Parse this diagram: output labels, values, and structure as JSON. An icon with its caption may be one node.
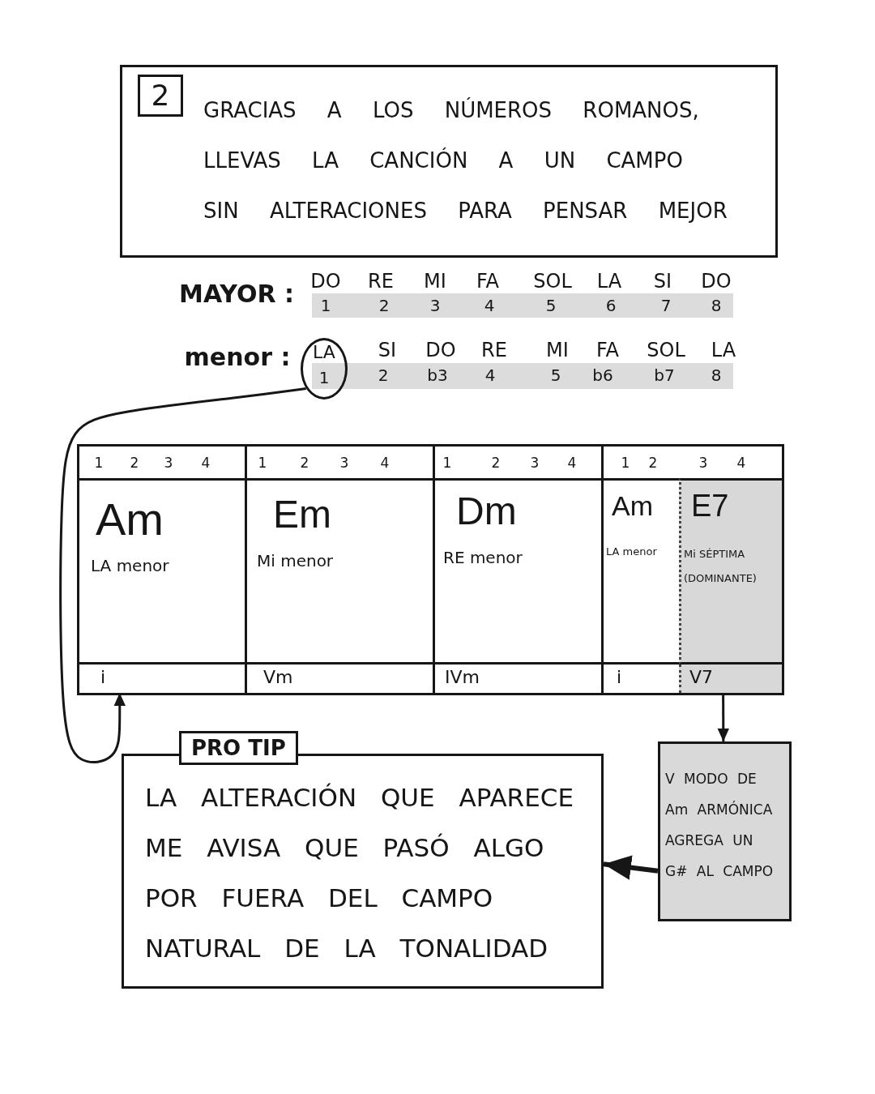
{
  "diagram": {
    "nodes": [
      {
        "text": [
          "GRACIAS A LOS NÚMEROS ROMANOS, LLEVAS LA CANCIÓN A UN CAMPO SIN ALTERACIONES PARA PENSAR MEJOR"
        ]
      },
      {
        "text": [
          "2"
        ],
        "in": 0
      },
      {
        "text": [
          "LA",
          "1"
        ]
      },
      {
        "text": [],
        "shape": "box"
      },
      {
        "text": [
          "1",
          "2",
          "3",
          "4"
        ],
        "in": 3
      },
      {
        "text": [
          "1",
          "2",
          "3",
          "4"
        ],
        "in": 3
      },
      {
        "text": [
          "1",
          "2",
          "3",
          "4"
        ],
        "in": 3
      },
      {
        "text": [
          "1",
          "2",
          "3",
          "4"
        ],
        "in": 3
      },
      {
        "text": [
          "Am",
          "LA menor"
        ],
        "in": 3
      },
      {
        "text": [
          "Em",
          "Mi menor"
        ],
        "in": 3
      },
      {
        "text": [
          "Dm",
          "RE menor"
        ],
        "in": 3
      },
      {
        "text": [
          "Am",
          "LA menor"
        ],
        "in": 3
      },
      {
        "text": [
          "E7",
          "Mi SÉPTIMA (DOMINANTE)"
        ],
        "in": 3
      },
      {
        "text": [
          "i"
        ],
        "in": 3
      },
      {
        "text": [
          "Vm"
        ],
        "in": 3
      },
      {
        "text": [
          "IVm"
        ],
        "in": 3
      },
      {
        "text": [
          "i"
        ],
        "in": 3
      },
      {
        "text": [
          "V7"
        ],
        "in": 3
      },
      {
        "text": [
          "PRO TIP",
          "LA ALTERACIÓN QUE APARECE ME AVISA QUE PASÓ ALGO POR FUERA DEL CAMPO NATURAL DE LA TONALIDAD"
        ]
      },
      {
        "text": [
          "V MODO DE Am ARMÓNICA AGREGA UN G# AL CAMPO"
        ]
      }
    ],
    "edges": [
      {
        "from": 2,
        "to": 13,
        "arrow": "to"
      },
      {
        "from": 17,
        "to": 19,
        "arrow": "to"
      },
      {
        "from": 19,
        "to": 18,
        "arrow": "to",
        "style": "thick"
      }
    ],
    "labels": [
      "MAYOR :",
      "DO",
      "RE",
      "MI",
      "FA",
      "SOL",
      "LA",
      "SI",
      "DO",
      "1",
      "2",
      "3",
      "4",
      "5",
      "6",
      "7",
      "8",
      "menor :",
      "SI",
      "DO",
      "RE",
      "MI",
      "FA",
      "SOL",
      "LA",
      "2",
      "b3",
      "4",
      "5",
      "b6",
      "b7",
      "8"
    ]
  }
}
